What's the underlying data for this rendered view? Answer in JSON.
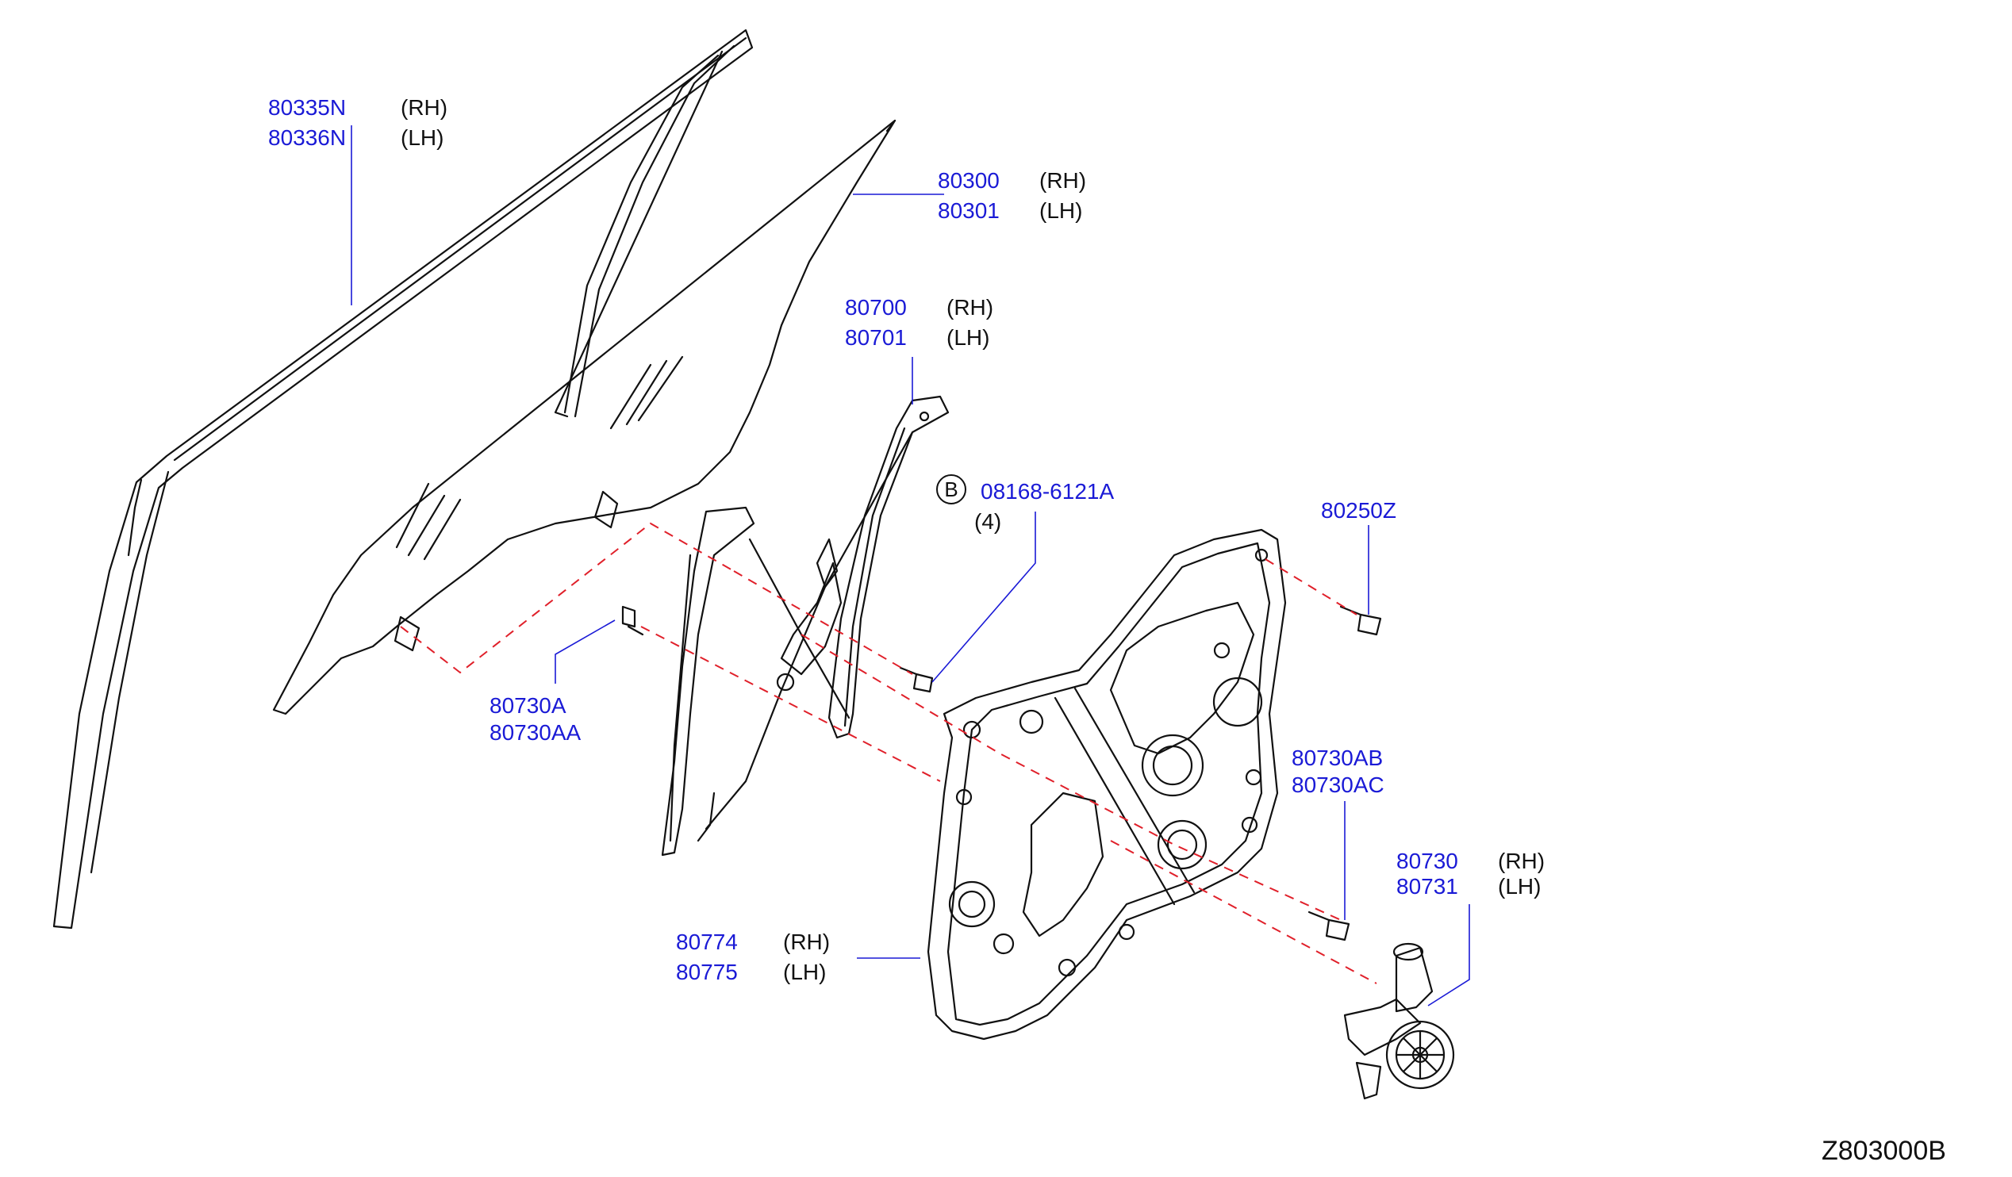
{
  "diagram_code": "Z803000B",
  "callouts": [
    {
      "parts": [
        "80335N",
        "80336N"
      ],
      "sides": [
        "(RH)",
        "(LH)"
      ]
    },
    {
      "parts": [
        "80300",
        "80301"
      ],
      "sides": [
        "(RH)",
        "(LH)"
      ]
    },
    {
      "parts": [
        "80700",
        "80701"
      ],
      "sides": [
        "(RH)",
        "(LH)"
      ]
    },
    {
      "badge": "B",
      "parts": [
        "08168-6121A"
      ],
      "qty": "(4)"
    },
    {
      "parts": [
        "80250Z"
      ]
    },
    {
      "parts": [
        "80730A",
        "80730AA"
      ]
    },
    {
      "parts": [
        "80730AB",
        "80730AC"
      ]
    },
    {
      "parts": [
        "80730",
        "80731"
      ],
      "sides": [
        "(RH)",
        "(LH)"
      ]
    },
    {
      "parts": [
        "80774",
        "80775"
      ],
      "sides": [
        "(RH)",
        "(LH)"
      ]
    }
  ],
  "colors": {
    "part_number": "#1a1ad6",
    "dash_line": "#e0202a",
    "stroke": "#111111"
  }
}
